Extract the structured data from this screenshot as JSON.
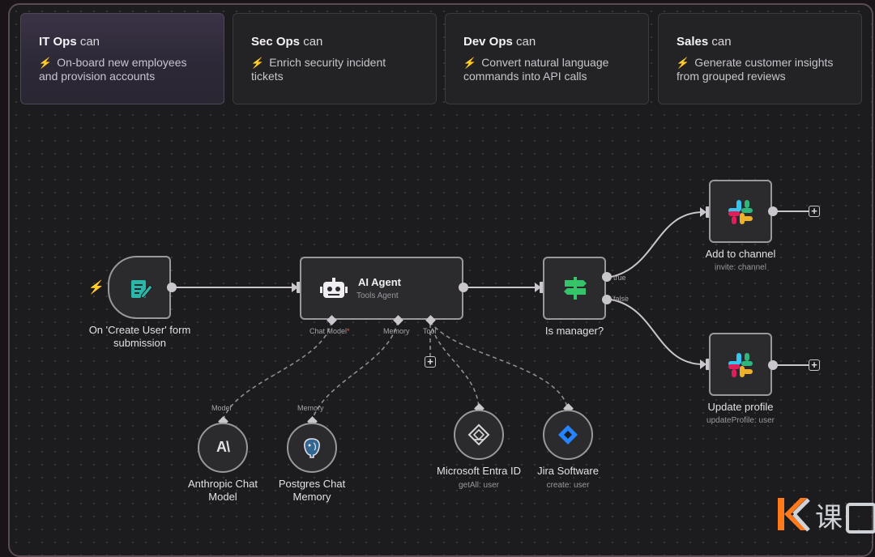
{
  "cards": [
    {
      "team": "IT Ops",
      "suffix": " can",
      "desc": "On-board new employees and provision accounts",
      "active": true
    },
    {
      "team": "Sec Ops",
      "suffix": " can",
      "desc": "Enrich security incident tickets",
      "active": false
    },
    {
      "team": "Dev Ops",
      "suffix": " can",
      "desc": "Convert natural language commands into API calls",
      "active": false
    },
    {
      "team": "Sales",
      "suffix": " can",
      "desc": "Generate customer insights from grouped reviews",
      "active": false
    }
  ],
  "nodes": {
    "trigger": {
      "label": "On 'Create User' form submission",
      "icon": "form-icon"
    },
    "agent": {
      "title": "AI Agent",
      "subtitle": "Tools Agent",
      "icon": "robot-icon",
      "ports": {
        "chat_model": "Chat Model",
        "required_mark": "*",
        "memory": "Memory",
        "tool": "Tool"
      }
    },
    "if": {
      "label": "Is manager?",
      "icon": "signpost-icon",
      "true_label": "true",
      "false_label": "false"
    },
    "slack_channel": {
      "label": "Add to channel",
      "subtitle": "invite: channel",
      "icon": "slack-icon"
    },
    "slack_profile": {
      "label": "Update profile",
      "subtitle": "updateProfile: user",
      "icon": "slack-icon"
    },
    "anthropic": {
      "label": "Anthropic Chat Model",
      "port": "Model",
      "icon": "anthropic-icon",
      "logo_text": "A\\"
    },
    "postgres": {
      "label": "Postgres Chat Memory",
      "port": "Memory",
      "icon": "postgres-icon"
    },
    "entra": {
      "label": "Microsoft Entra ID",
      "subtitle": "getAll: user",
      "icon": "entra-icon"
    },
    "jira": {
      "label": "Jira Software",
      "subtitle": "create: user",
      "icon": "jira-icon"
    }
  },
  "watermark": {
    "text": "课",
    "icon": "watermark-logo-icon"
  },
  "colors": {
    "accent": "#ff7a3d",
    "node_border": "#9a979d",
    "wire": "#c9c6cc",
    "if_green": "#35c46a",
    "agent_purple": "#3a3346"
  }
}
